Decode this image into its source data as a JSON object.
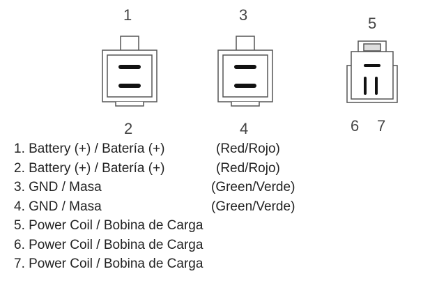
{
  "connectors": [
    {
      "pins_top": "1",
      "pins_bottom": "2"
    },
    {
      "pins_top": "3",
      "pins_bottom": "4"
    },
    {
      "pins_top": "5",
      "pins_bottom_left": "6",
      "pins_bottom_right": "7"
    }
  ],
  "legend": [
    {
      "label": "1. Battery (+) / Batería (+)",
      "color": "(Red/Rojo)"
    },
    {
      "label": "2. Battery (+) / Batería (+)",
      "color": "(Red/Rojo)"
    },
    {
      "label": "3. GND / Masa",
      "color": "(Green/Verde)"
    },
    {
      "label": "4. GND / Masa",
      "color": "(Green/Verde)"
    },
    {
      "label": "5. Power Coil / Bobina de Carga",
      "color": ""
    },
    {
      "label": "6. Power Coil / Bobina de Carga",
      "color": ""
    },
    {
      "label": "7. Power Coil / Bobina de Carga",
      "color": ""
    }
  ]
}
